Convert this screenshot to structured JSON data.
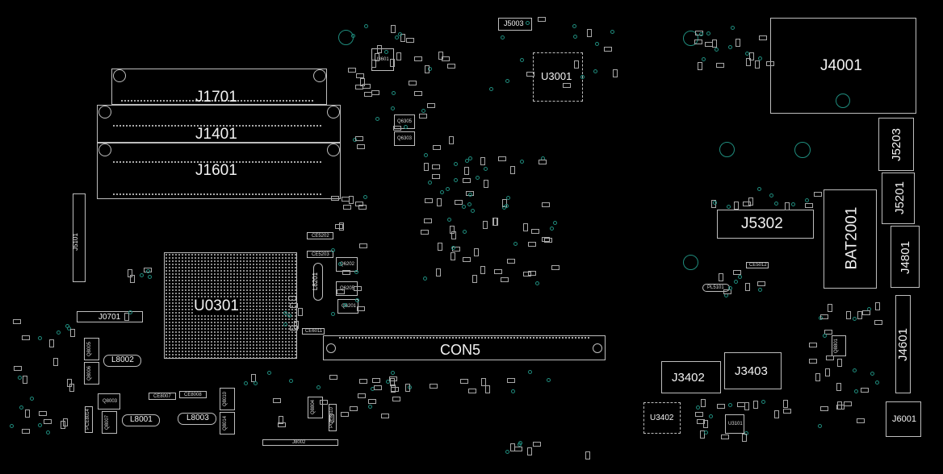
{
  "board": {
    "title": "PCB boardview",
    "components": {
      "J1701": "J1701",
      "J1401": "J1401",
      "J1601": "J1601",
      "J5101": "J5101",
      "U0301": "U0301",
      "J0701": "J0701",
      "L8002": "L8002",
      "L8001": "L8001",
      "L8003": "L8003",
      "CON5": "CON5",
      "U3601": "U3601",
      "J5003": "J5003",
      "U3001": "U3001",
      "J4001": "J4001",
      "J5203": "J5203",
      "J5201": "J5201",
      "J5302": "J5302",
      "BAT2001": "BAT2001",
      "J4801": "J4801",
      "J4601": "J4601",
      "J3402": "J3402",
      "J3403": "J3403",
      "U3402": "U3402",
      "J6001": "J6001",
      "L8201": "L8201",
      "J8002": "J8002",
      "Q6305": "Q6305",
      "Q6303": "Q6303",
      "CE5202": "CE5202",
      "CE5203": "CE5203",
      "Q6202": "Q6202",
      "Q6205": "Q6205",
      "Q6201": "Q6201",
      "CE6011": "CE6011",
      "PL5101": "PL5101",
      "CE5012": "CE5012",
      "U3101": "U3101",
      "Q8801": "Q8801",
      "CE8007": "CE8007",
      "CE8008": "CE8008",
      "Q8003": "Q8003",
      "Q8005": "Q8005",
      "Q8006": "Q8006",
      "Q8007": "Q8007",
      "Q8010": "Q8010",
      "Q8014": "Q8014",
      "Q8804": "Q8804",
      "PCE8014": "PCE8014",
      "PCE8810": "PCE8810"
    },
    "colors": {
      "background": "#000000",
      "outline": "#bdbdbd",
      "via": "#1f8c7d"
    }
  }
}
